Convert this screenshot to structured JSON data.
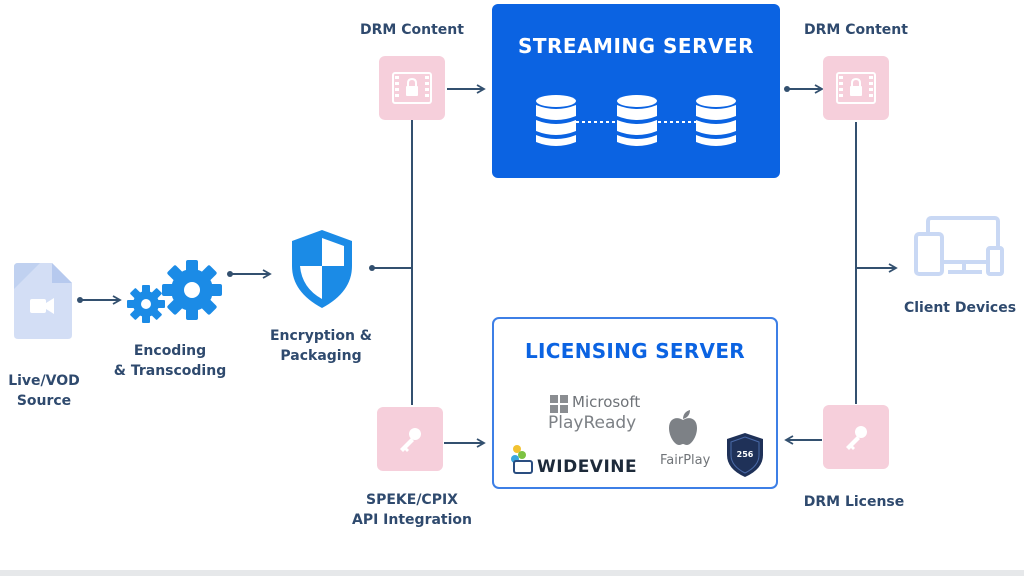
{
  "nodes": {
    "source_label": "Live/VOD\nSource",
    "encoding_label": "Encoding\n& Transcoding",
    "encryption_label": "Encryption &\nPackaging",
    "drm_content_left_label": "DRM Content",
    "drm_content_right_label": "DRM Content",
    "speke_label": "SPEKE/CPIX\nAPI Integration",
    "drm_license_label": "DRM License",
    "client_devices_label": "Client Devices"
  },
  "streaming_server": {
    "title": "STREAMING SERVER"
  },
  "licensing_server": {
    "title": "LICENSING SERVER",
    "logos": {
      "microsoft": "Microsoft",
      "playready": "PlayReady",
      "widevine": "WIDEVINE",
      "fairplay": "FairPlay",
      "aes_badge": "256"
    }
  },
  "colors": {
    "primary_blue": "#0b63e2",
    "tile_pink": "#f6cfdb",
    "connector": "#33506f",
    "label_text": "#2f4a6e",
    "icon_light_blue": "#c9d8f4",
    "gear_blue": "#1b8be6"
  },
  "icons": {
    "source": "video-file-icon",
    "encoding": "gears-icon",
    "encryption": "shield-icon",
    "drm_content": "locked-film-icon",
    "license_key": "key-icon",
    "servers": "database-icon",
    "client_devices": "devices-icon"
  }
}
